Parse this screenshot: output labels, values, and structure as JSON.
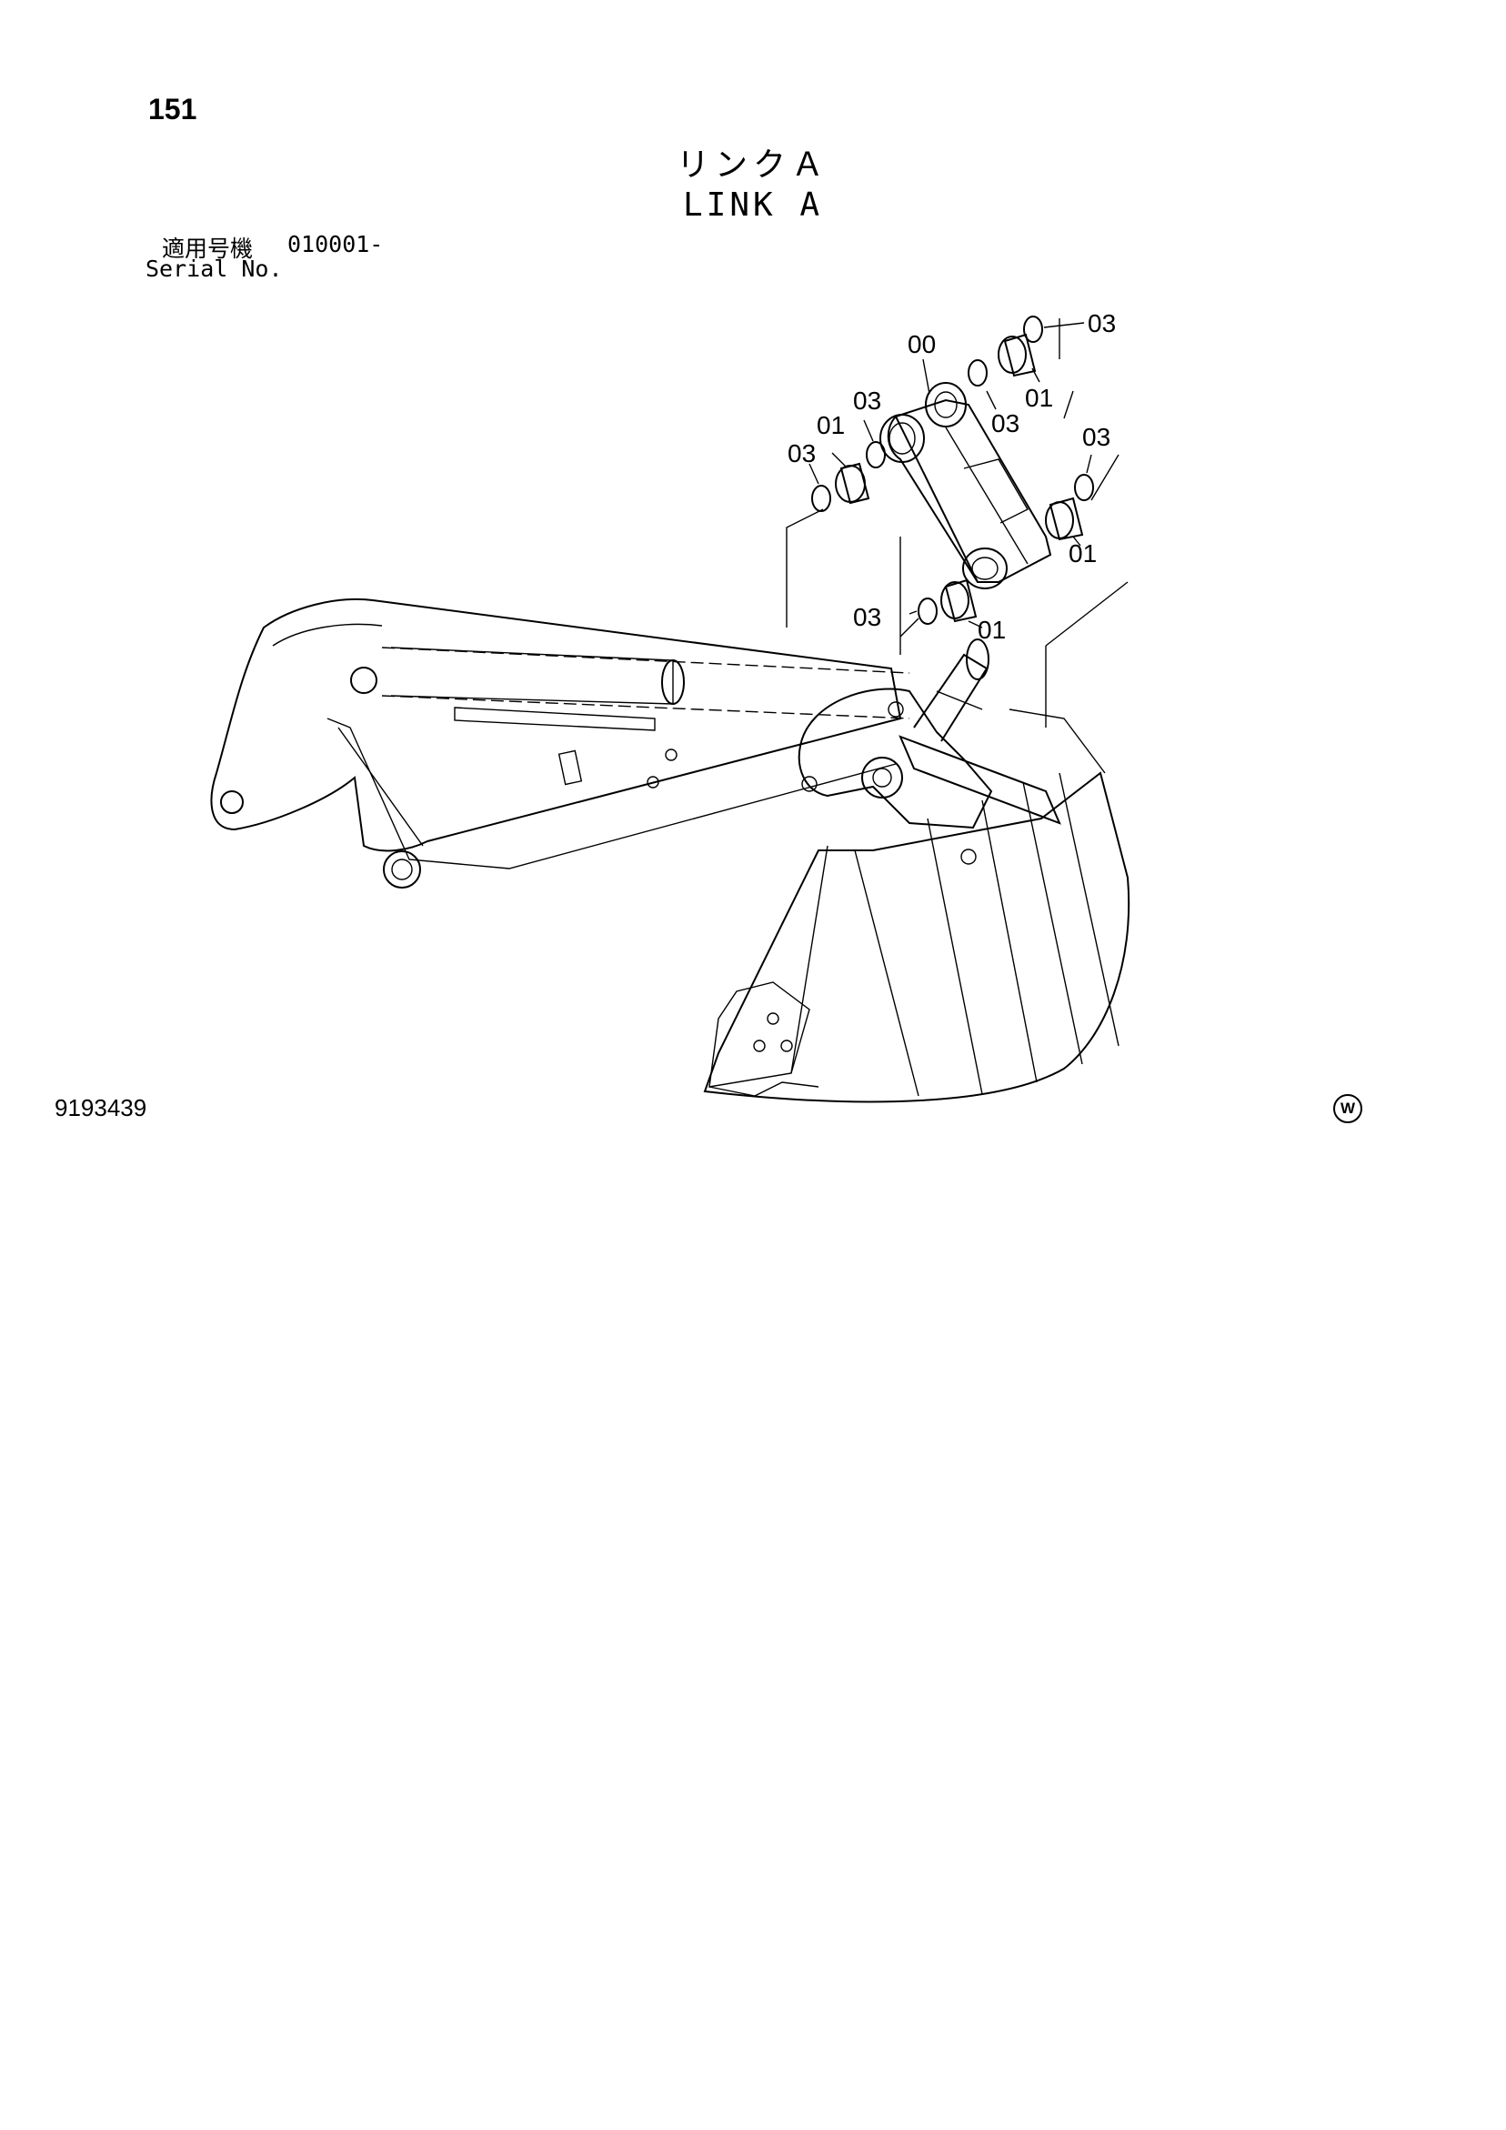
{
  "header": {
    "page_number": "151",
    "title_jp": "リンクＡ",
    "title_en": "LINK A",
    "serial_label_jp": "適用号機",
    "serial_value": "010001-",
    "serial_label_en": "Serial No."
  },
  "callouts": {
    "link": "00",
    "bushing": "01",
    "seal": "03"
  },
  "footer": {
    "figure_number": "9193439",
    "mark": "W"
  }
}
